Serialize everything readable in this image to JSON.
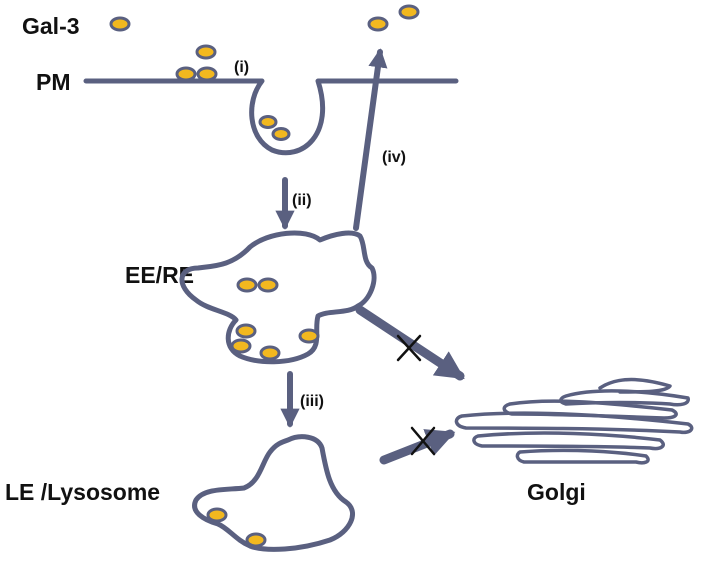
{
  "labels": {
    "gal3": "Gal-3",
    "pm": "PM",
    "ee_re": "EE/RE",
    "le_lysosome": "LE /Lysosome",
    "golgi": "Golgi"
  },
  "steps": {
    "i": "(i)",
    "ii": "(ii)",
    "iii": "(iii)",
    "iv": "(iv)"
  },
  "colors": {
    "membrane": "#5a6080",
    "gal3_fill": "#f2b81f",
    "text": "#111111",
    "background": "#ffffff"
  }
}
